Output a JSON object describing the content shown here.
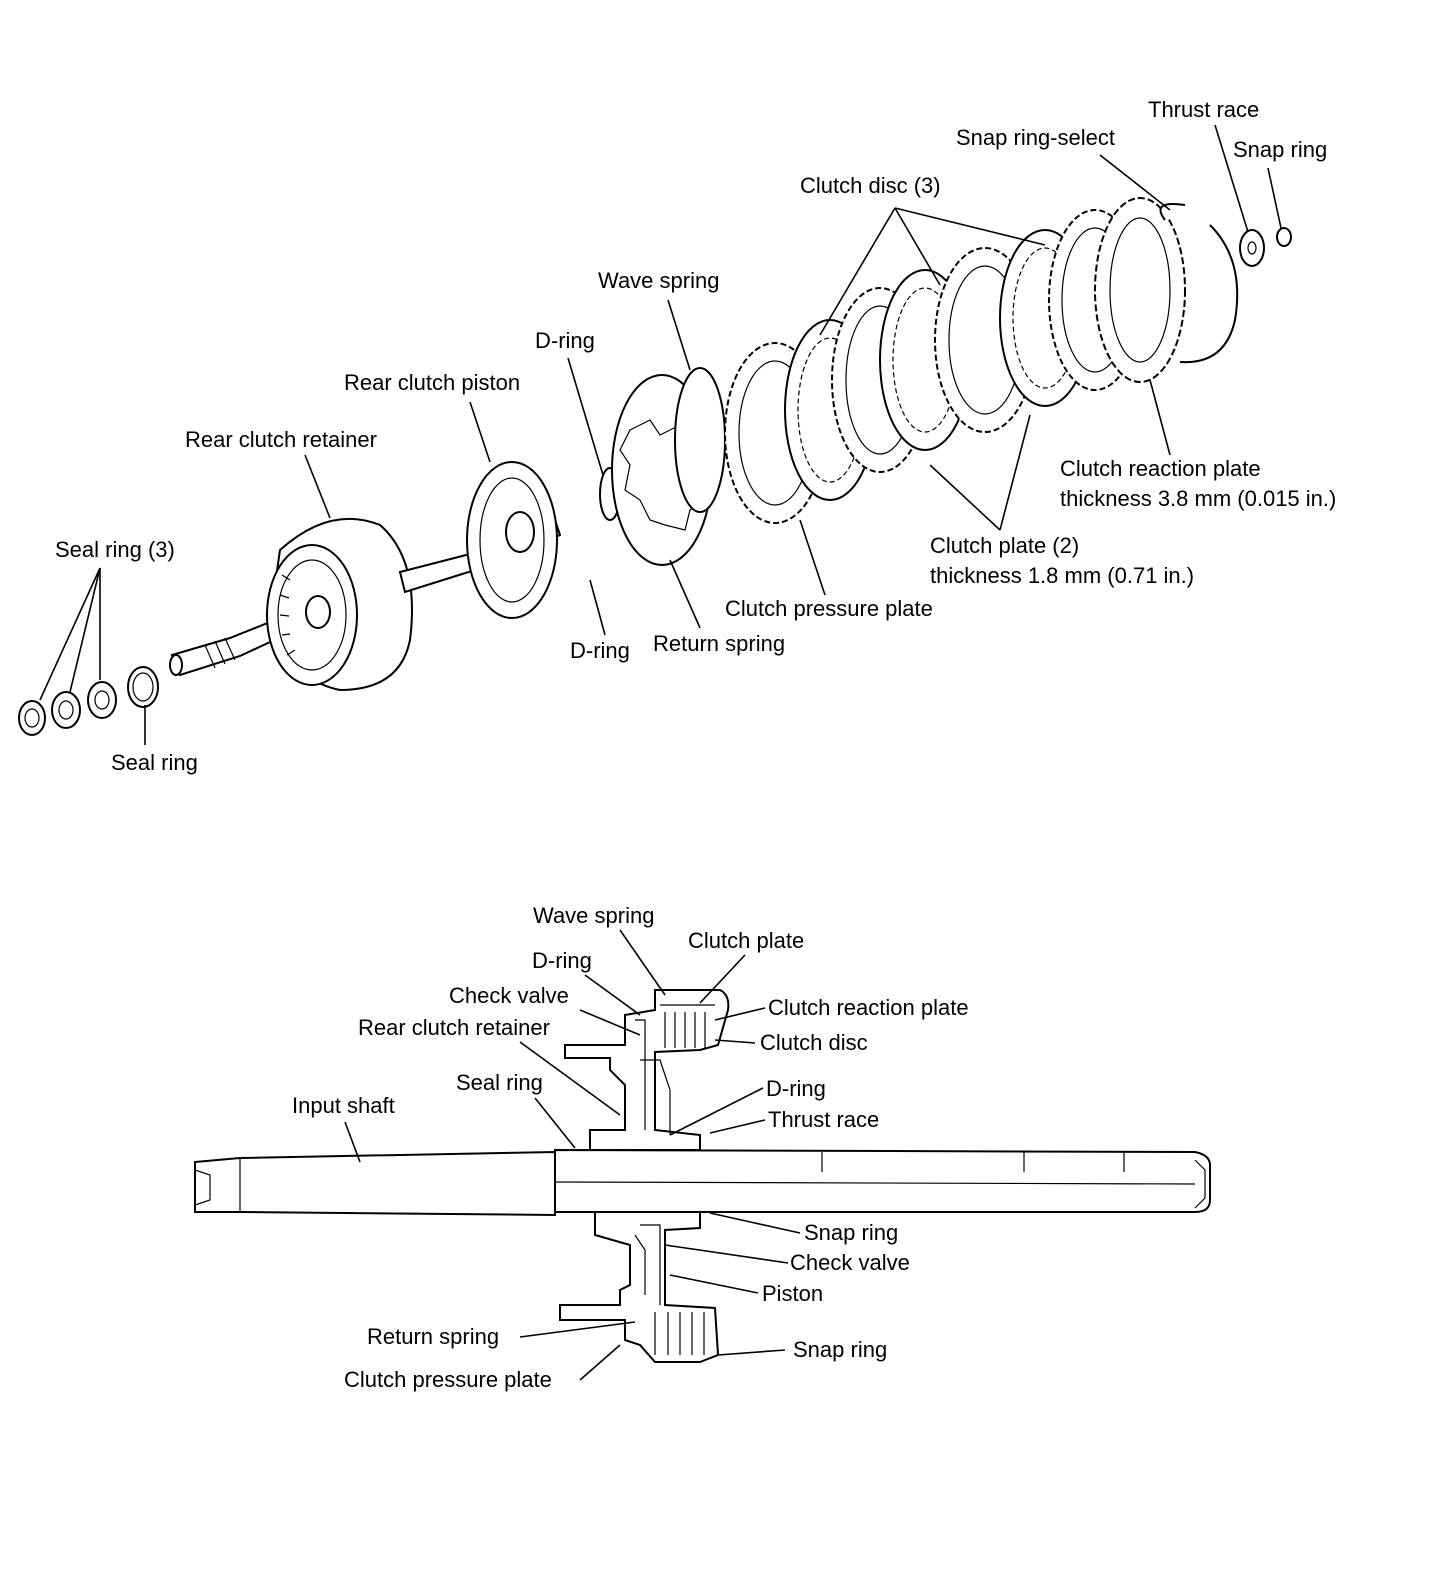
{
  "exploded_view": {
    "labels": {
      "thrust_race": "Thrust race",
      "snap_ring_top": "Snap ring",
      "snap_ring_select": "Snap ring-select",
      "clutch_disc_3": "Clutch disc (3)",
      "wave_spring": "Wave spring",
      "d_ring_upper": "D-ring",
      "rear_clutch_piston": "Rear clutch piston",
      "rear_clutch_retainer": "Rear clutch retainer",
      "seal_ring_3": "Seal ring (3)",
      "seal_ring": "Seal ring",
      "d_ring_lower": "D-ring",
      "return_spring": "Return spring",
      "clutch_pressure_plate": "Clutch pressure plate",
      "clutch_plate_2": "Clutch plate (2)",
      "clutch_plate_thickness": "thickness 1.8 mm (0.71 in.)",
      "clutch_reaction_plate": "Clutch reaction plate",
      "clutch_reaction_thickness": "thickness 3.8 mm (0.015 in.)"
    }
  },
  "section_view": {
    "labels": {
      "wave_spring": "Wave spring",
      "clutch_plate": "Clutch plate",
      "d_ring_top": "D-ring",
      "check_valve_top": "Check valve",
      "rear_clutch_retainer": "Rear clutch retainer",
      "clutch_reaction_plate": "Clutch reaction plate",
      "clutch_disc": "Clutch disc",
      "seal_ring": "Seal ring",
      "input_shaft": "Input shaft",
      "d_ring_mid": "D-ring",
      "thrust_race": "Thrust race",
      "snap_ring_mid": "Snap ring",
      "check_valve_bottom": "Check valve",
      "piston": "Piston",
      "return_spring": "Return spring",
      "snap_ring_bottom": "Snap ring",
      "clutch_pressure_plate": "Clutch pressure plate"
    }
  }
}
